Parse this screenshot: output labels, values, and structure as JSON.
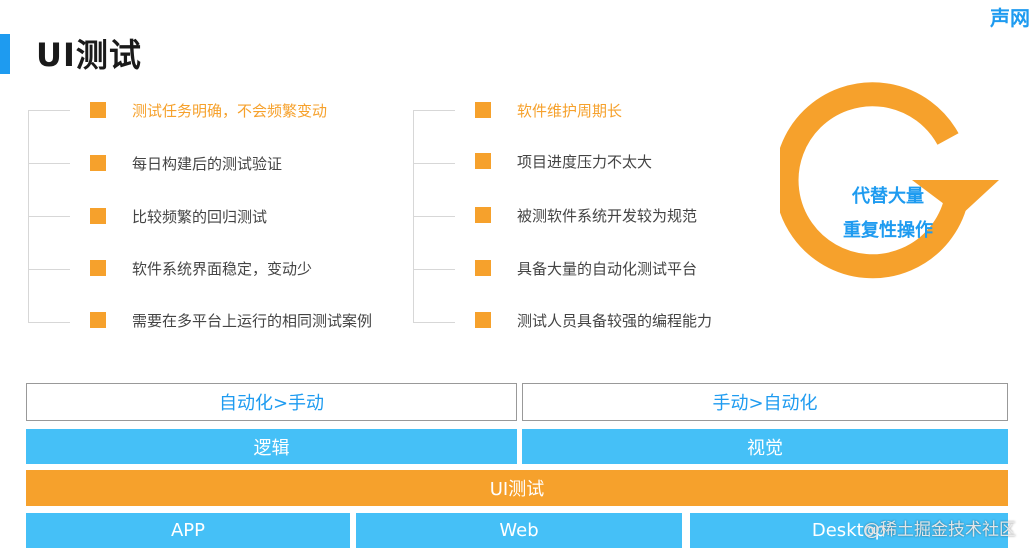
{
  "header": {
    "title": "UI测试",
    "brand": "声网"
  },
  "left_list": {
    "items": [
      {
        "label": "测试任务明确，不会频繁变动",
        "highlight": true
      },
      {
        "label": "每日构建后的测试验证",
        "highlight": false
      },
      {
        "label": "比较频繁的回归测试",
        "highlight": false
      },
      {
        "label": "软件系统界面稳定，变动少",
        "highlight": false
      },
      {
        "label": "需要在多平台上运行的相同测试案例",
        "highlight": false
      }
    ]
  },
  "right_list": {
    "items": [
      {
        "label": "软件维护周期长",
        "highlight": true
      },
      {
        "label": "项目进度压力不太大",
        "highlight": false
      },
      {
        "label": "被测软件系统开发较为规范",
        "highlight": false
      },
      {
        "label": "具备大量的自动化测试平台",
        "highlight": false
      },
      {
        "label": "测试人员具备较强的编程能力",
        "highlight": false
      }
    ]
  },
  "cycle": {
    "line1": "代替大量",
    "line2": "重复性操作"
  },
  "layers": {
    "top_left": "自动化>手动",
    "top_right": "手动>自动化",
    "mid_left": "逻辑",
    "mid_right": "视觉",
    "core": "UI测试",
    "platforms": [
      "APP",
      "Web",
      "Desktop"
    ]
  },
  "watermark": "@稀土掘金技术社区",
  "colors": {
    "accent_blue": "#1e9bf0",
    "light_blue": "#45c0f7",
    "orange": "#f6a12c"
  }
}
